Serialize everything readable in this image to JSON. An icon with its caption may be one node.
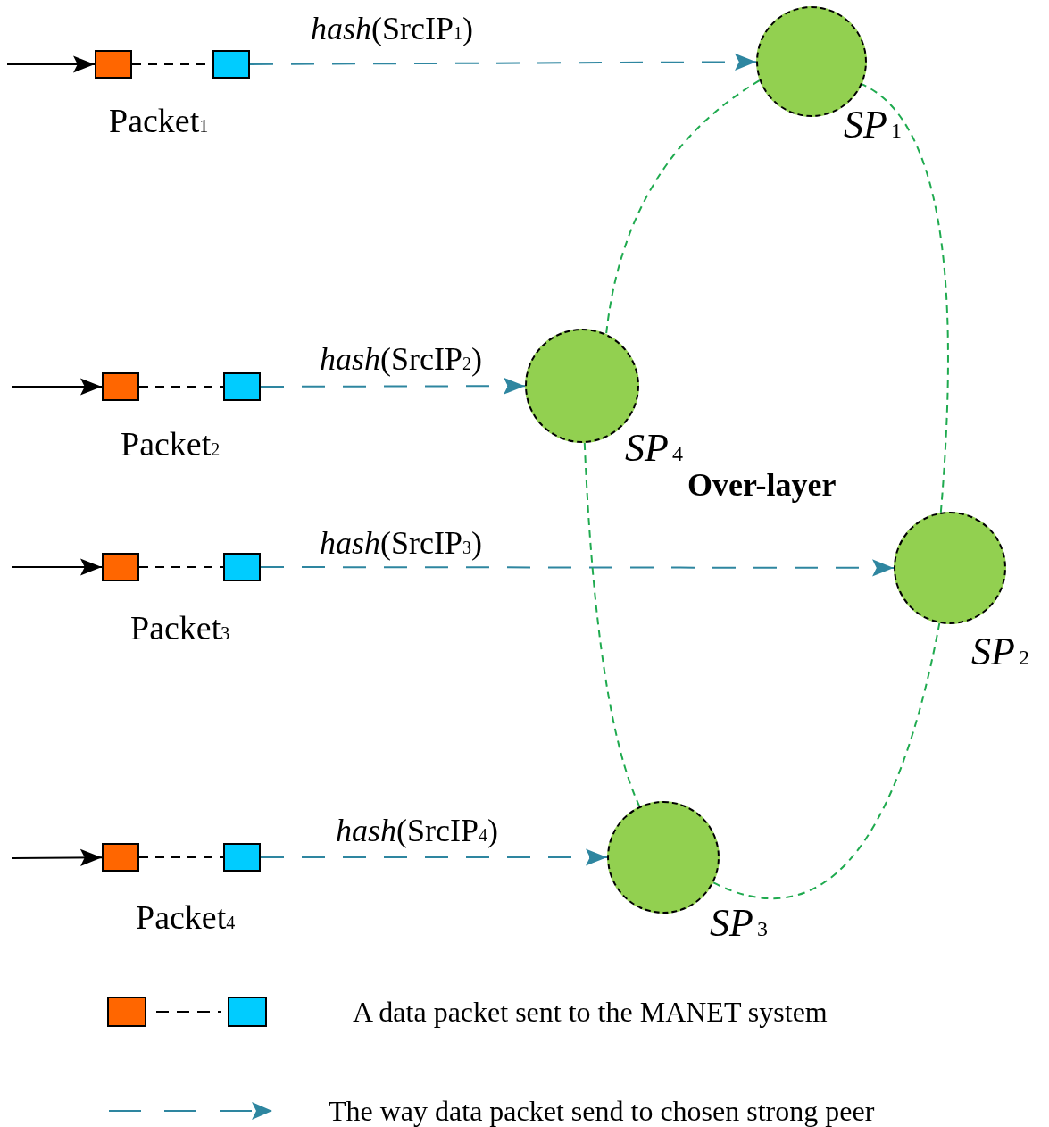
{
  "diagram": {
    "nodes": [
      {
        "text": [],
        "shape": "box"
      },
      {
        "text": [],
        "shape": "box"
      },
      {
        "text": [
          "SP$_{1}$"
        ]
      },
      {
        "text": [],
        "shape": "box"
      },
      {
        "text": [],
        "shape": "box"
      },
      {
        "text": [
          "SP$_{4}$"
        ]
      },
      {
        "text": [],
        "shape": "box"
      },
      {
        "text": [],
        "shape": "box"
      },
      {
        "text": [
          "SP$_{2}$"
        ]
      },
      {
        "text": [],
        "shape": "box"
      },
      {
        "text": [],
        "shape": "box"
      },
      {
        "text": [
          "SP$_{3}$"
        ]
      }
    ],
    "edges": [
      {
        "from": null,
        "to": 0,
        "arrow": "to"
      },
      {
        "from": 0,
        "to": 1,
        "arrow": "none",
        "style": "dashed"
      },
      {
        "from": 1,
        "to": 2,
        "arrow": "to",
        "style": "dashed",
        "color": "#2e86a0",
        "label": "*hash*(SrcIP$_{1}$)"
      },
      {
        "from": null,
        "to": 3,
        "arrow": "to"
      },
      {
        "from": 3,
        "to": 4,
        "arrow": "none",
        "style": "dashed"
      },
      {
        "from": 4,
        "to": 5,
        "arrow": "to",
        "style": "dashed",
        "color": "#2e86a0",
        "label": "*hash*(SrcIP$_{2}$)"
      },
      {
        "from": null,
        "to": 6,
        "arrow": "to"
      },
      {
        "from": 6,
        "to": 7,
        "arrow": "none",
        "style": "dashed"
      },
      {
        "from": 7,
        "to": 8,
        "arrow": "to",
        "style": "dashed",
        "color": "#2e86a0",
        "label": "*hash*(SrcIP$_{3}$)"
      },
      {
        "from": null,
        "to": 9,
        "arrow": "to"
      },
      {
        "from": 9,
        "to": 10,
        "arrow": "none",
        "style": "dashed"
      },
      {
        "from": 10,
        "to": 11,
        "arrow": "to",
        "style": "dashed",
        "color": "#2e86a0",
        "label": "*hash*(SrcIP$_{4}$)"
      },
      {
        "from": 2,
        "to": 5,
        "arrow": "none",
        "style": "dashed",
        "color": "#1faa4f"
      },
      {
        "from": 5,
        "to": 11,
        "arrow": "none",
        "style": "dashed",
        "color": "#1faa4f"
      },
      {
        "from": 11,
        "to": 8,
        "arrow": "none",
        "style": "dashed",
        "color": "#1faa4f"
      },
      {
        "from": 8,
        "to": 2,
        "arrow": "none",
        "style": "dashed",
        "color": "#1faa4f"
      }
    ],
    "labels": [
      "Packet$_{1}$",
      "Packet$_{2}$",
      "Over-layer",
      "Packet$_{3}$",
      "Packet$_{4}$"
    ],
    "legend": [
      {
        "text": "A data packet sent to the MANET system"
      },
      {
        "text": "The way data packet send to chosen strong peer"
      }
    ]
  }
}
